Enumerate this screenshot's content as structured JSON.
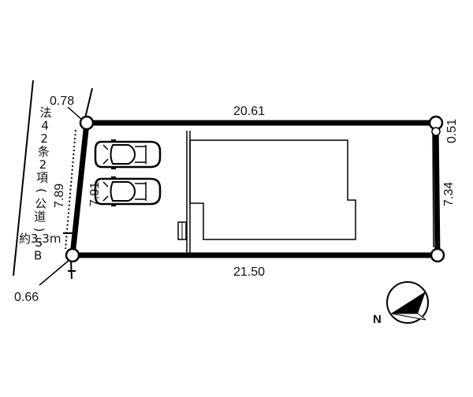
{
  "plot": {
    "top_length": "20.61",
    "bottom_length": "21.50",
    "right_length": "7.34",
    "left_length": "7.91",
    "inner_left_length": "7.89",
    "top_left_offset": "0.78",
    "bottom_left_offset": "0.66",
    "top_right_offset": "0.51"
  },
  "road": {
    "vertical_label": "法42条2項(公道)SB",
    "width_label": "約3.3m"
  },
  "north": {
    "label": "N"
  },
  "colors": {
    "line": "#000000",
    "background": "#ffffff"
  }
}
